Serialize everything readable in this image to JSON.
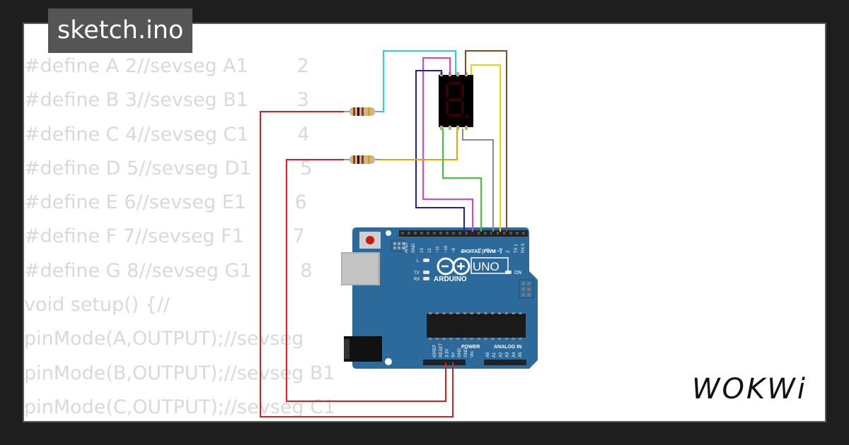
{
  "window": {
    "title": "sketch.ino"
  },
  "code_lines": [
    "#define A 2//sevseg A1        2",
    "#define B 3//sevseg B1        3",
    "#define C 4//sevseg C1        4",
    "#define D 5//sevseg D1        5",
    "#define E 6//sevseg E1        6",
    "#define F 7//sevseg F1        7",
    "#define G 8//sevseg G1        8",
    "void setup() {//",
    "pinMode(A,OUTPUT);//sevseg",
    "pinMode(B,OUTPUT);//sevseg B1",
    "pinMode(C,OUTPUT);//sevseg C1"
  ],
  "board": {
    "model_text": "UNO",
    "brand_text": "ARDUINO",
    "digital_label": "DIGITAL (PWM ~)",
    "power_label": "POWER",
    "analog_label": "ANALOG IN",
    "on_label": "ON",
    "led_labels": [
      "L",
      "TX",
      "RX"
    ],
    "digital_pins": [
      "AREF",
      "GND",
      "13",
      "12",
      "~11",
      "~10",
      "~9",
      "8",
      "7",
      "~6",
      "~5",
      "4",
      "~3",
      "2",
      "TX 1",
      "RX 0"
    ],
    "power_pins": [
      "IOREF",
      "RESET",
      "3.3V",
      "5V",
      "GND",
      "GND",
      "Vin"
    ],
    "analog_pins": [
      "A0",
      "A1",
      "A2",
      "A3",
      "A4",
      "A5"
    ]
  },
  "brand": {
    "logo_text": "WOKWi"
  },
  "colors": {
    "background": "#1e1e1e",
    "board_blue": "#2b6a9b",
    "wire_red": "#e31b1b",
    "wire_cyan": "#22d3e6",
    "wire_magenta": "#e23be6",
    "wire_blue": "#1c1ccf",
    "wire_brown": "#8b4a1a",
    "wire_yellow": "#f5d000",
    "wire_orange": "#f5a000",
    "wire_green": "#33cc33",
    "wire_gray": "#8a8a8a"
  }
}
